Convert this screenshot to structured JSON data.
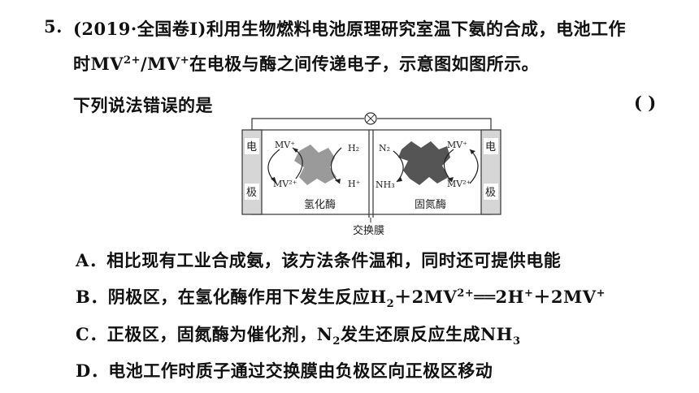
{
  "question": {
    "number": "5.",
    "stem_line1": "(2019·全国卷Ⅰ)利用生物燃料电池原理研究室温下氨的合成，电池工作",
    "stem_line2_pre": "时MV",
    "stem_line2_sup1": "2+",
    "stem_line2_mid": "/MV",
    "stem_line2_sup2": "+",
    "stem_line2_post": "在电极与酶之间传递电子，示意图如图所示。",
    "stem_line3": "下列说法错误的是",
    "answer_paren": "(    )"
  },
  "diagram": {
    "electrode_left_top": "电",
    "electrode_left_bottom": "极",
    "electrode_right_top": "电",
    "electrode_right_bottom": "极",
    "left_mv_plus": "MV⁺",
    "left_mv_2plus": "MV²⁺",
    "h2": "H₂",
    "h_plus": "H⁺",
    "n2": "N₂",
    "nh3": "NH₃",
    "right_mv_plus": "MV⁺",
    "right_mv_2plus": "MV²⁺",
    "enzyme_left": "氢化酶",
    "enzyme_right": "固氮酶",
    "membrane_label": "交换膜"
  },
  "options": {
    "A": "A．相比现有工业合成氨，该方法条件温和，同时还可提供电能",
    "B_pre": "B．阴极区，在氢化酶作用下发生反应H",
    "B_sub1": "2",
    "B_mid1": "＋2MV",
    "B_sup1": "2+",
    "B_mid2": "══2H",
    "B_sup2": "+",
    "B_mid3": "＋2MV",
    "B_sup3": "+",
    "C_pre": "C．正极区，固氮酶为催化剂，N",
    "C_sub1": "2",
    "C_mid": "发生还原反应生成NH",
    "C_sub2": "3",
    "D": "D．电池工作时质子通过交换膜由负极区向正极区移动"
  }
}
